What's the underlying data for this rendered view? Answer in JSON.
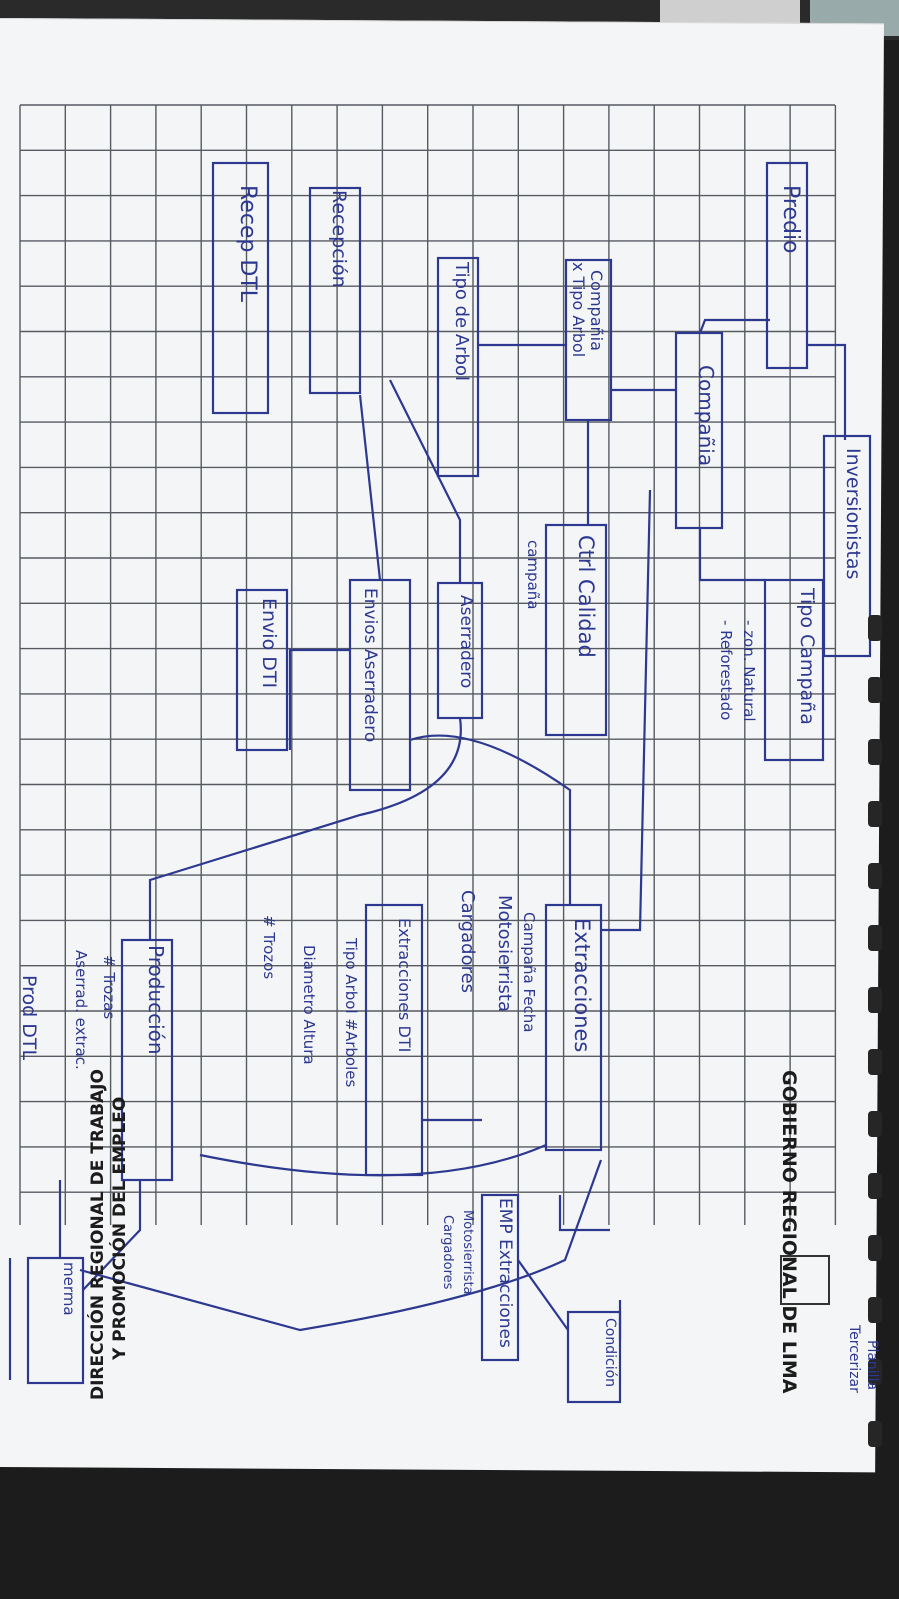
{
  "colors": {
    "ink": "#2d3891",
    "grid": "#3b3f48",
    "paper": "#f4f5f6"
  },
  "header": {
    "gov": "GOBIERNO REGIONAL DE LIMA",
    "dir1": "DIRECCIÓN REGIONAL DE TRABAJO",
    "dir2": "Y PROMOCIÓN DEL EMPLEO"
  },
  "entities": {
    "predio": "Predio",
    "compania": "Compañia",
    "compania_tipo": "Compañia",
    "tipo_arbol_sub": "x Tipo Arbol",
    "tipo_arbol": "Tipo de Arbol",
    "recepcion": "Recepción",
    "recep_dtl": "Recep DTL",
    "inversionistas": "Inversionistas",
    "ctrl_calidad": "Ctrl Calidad",
    "campana": "campaña",
    "aserradero": "Aserradero",
    "envios_aserradero": "Envios Aserradero",
    "envio_dti": "Envio DTI",
    "tipo_campana": "Tipo Campaña",
    "tc_attr1": "- zon. Natural",
    "tc_attr2": "- Reforestado",
    "extracciones": "Extracciones",
    "ext_attr1": "Campaña Fecha",
    "ext_attr2": "Motosierrista",
    "ext_attr3": "Cargadores",
    "extracciones_dti": "Extracciones DTI",
    "edti_attr1": "Tipo Arbol #Arboles",
    "edti_attr2": "Diametro Altura",
    "edti_attr3": "# Trozos",
    "produccion": "Producción",
    "prod_attr1": "# Trozas",
    "prod_attr2": "Aserrad. extrac.",
    "prod_dtl": "Prod DTL",
    "emp_ext": "EMP Extracciones",
    "emp_attr1": "Motosierrista",
    "emp_attr2": "Cargadores",
    "planilla": "Planilla",
    "tercerizar": "Tercerizar",
    "condicion": "Condición",
    "merma": "merma"
  }
}
